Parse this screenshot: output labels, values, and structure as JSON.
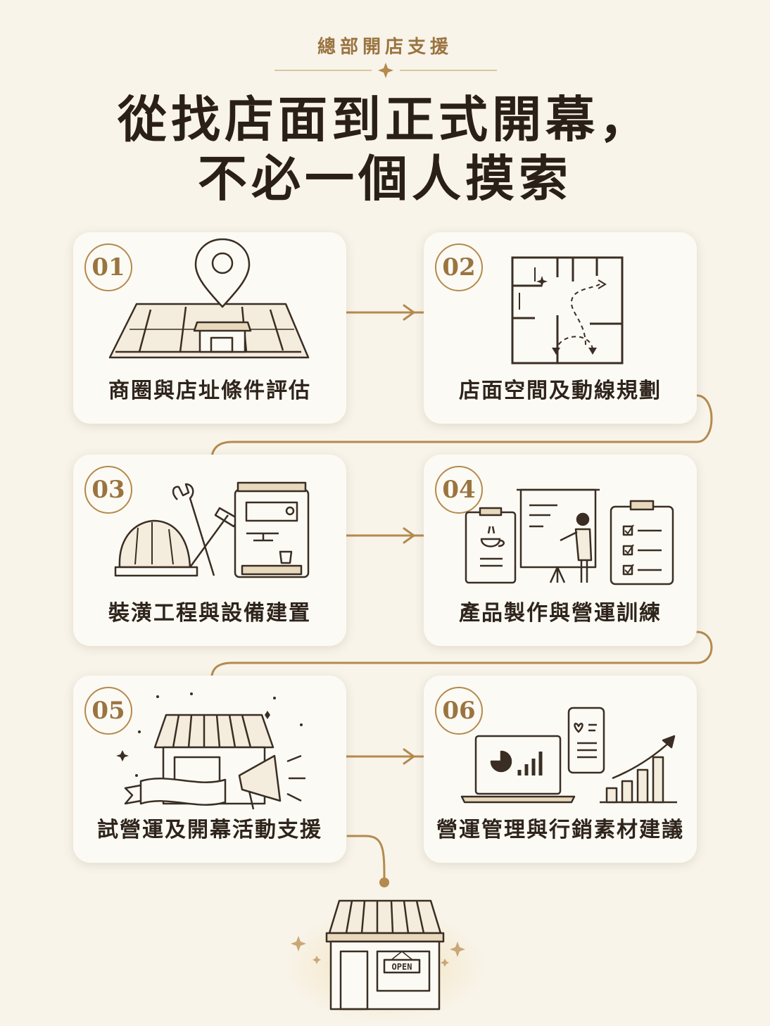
{
  "header": {
    "kicker": "總部開店支援",
    "title_line1": "從找店面到正式開幕，",
    "title_line2": "不必一個人摸索"
  },
  "steps": [
    {
      "number": "01",
      "label": "商圈與店址條件評估",
      "icon": "map-pin-store-icon"
    },
    {
      "number": "02",
      "label": "店面空間及動線規劃",
      "icon": "floor-plan-icon"
    },
    {
      "number": "03",
      "label": "裝潢工程與設備建置",
      "icon": "hardhat-tools-coffee-machine-icon"
    },
    {
      "number": "04",
      "label": "產品製作與營運訓練",
      "icon": "training-presentation-icon"
    },
    {
      "number": "05",
      "label": "試營運及開幕活動支援",
      "icon": "storefront-megaphone-icon"
    },
    {
      "number": "06",
      "label": "營運管理與行銷素材建議",
      "icon": "analytics-growth-icon"
    }
  ],
  "final": {
    "sign_text": "OPEN",
    "icon": "open-storefront-icon"
  },
  "colors": {
    "accent": "#b48a4e",
    "background": "#f8f4ea",
    "card": "#fcfaf4",
    "text": "#2e241c"
  }
}
